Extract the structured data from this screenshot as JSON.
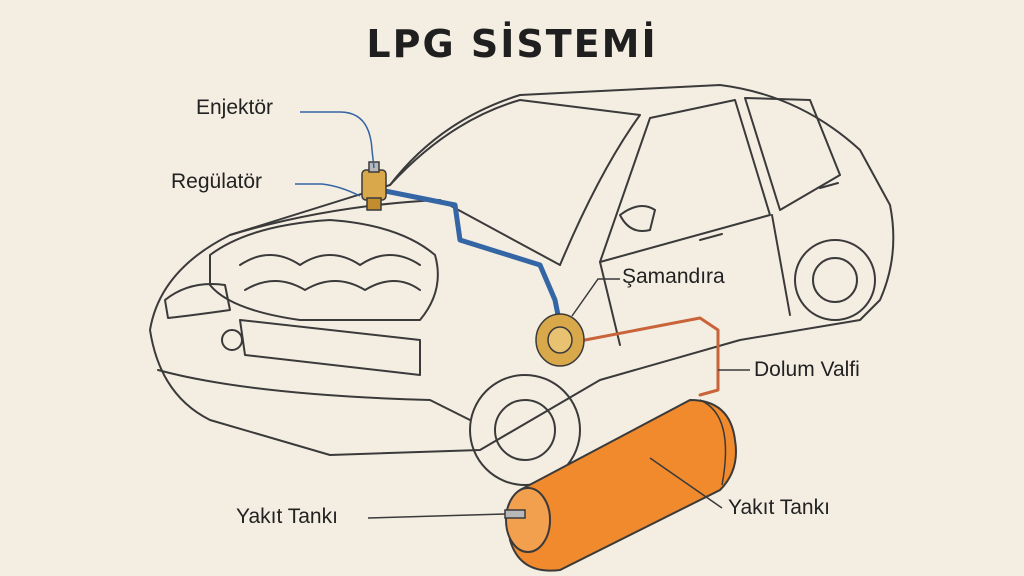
{
  "title": "LPG SİSTEMİ",
  "labels": {
    "enjektor": "Enjektör",
    "regulator": "Regülatör",
    "samandira": "Şamandıra",
    "dolum_valfi": "Dolum Valfi",
    "yakit_tanki_left": "Yakıt Tankı",
    "yakit_tanki_right": "Yakıt Tankı"
  },
  "colors": {
    "background": "#f4ede2",
    "outline": "#3a3a3a",
    "gas_line": "#3465a4",
    "fill_line": "#c9643a",
    "tank": "#f08a2c",
    "brass": "#d9a84a"
  }
}
